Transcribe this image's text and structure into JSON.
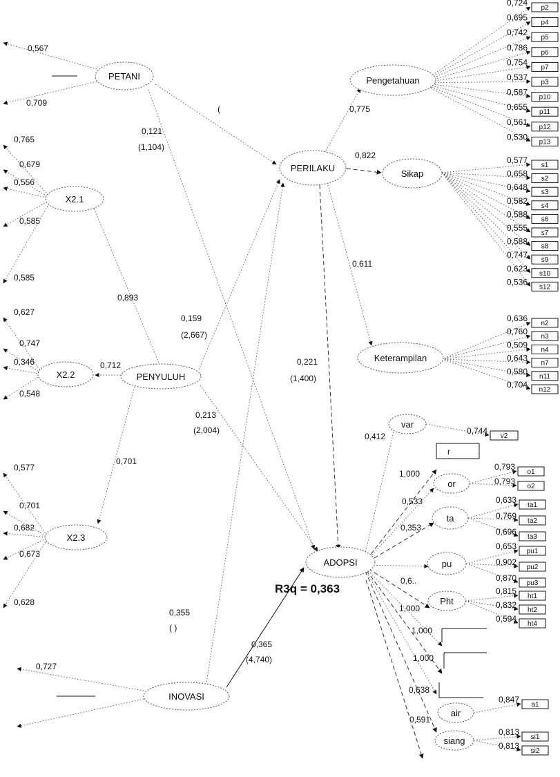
{
  "diagram": {
    "latent_nodes": {
      "petani": "PETANI",
      "penyuluh": "PENYULUH",
      "inovasi": "INOVASI",
      "perilaku": "PERILAKU",
      "adopsi": "ADOPSI",
      "x21": "X2.1",
      "x22": "X2.2",
      "x23": "X2.3",
      "pengetahuan": "Pengetahuan",
      "sikap": "Sikap",
      "keterampilan": "Keterampilan",
      "var": "var",
      "or": "or",
      "ta": "ta",
      "pu": "pu",
      "pht": "Pht",
      "air": "air",
      "siang": "siang"
    },
    "path_labels": {
      "petani_perilaku": "(",
      "petani_adopsi_coef": "0,121",
      "petani_adopsi_t": "(1,104)",
      "penyuluh_x21": "0,893",
      "penyuluh_x22": "0,712",
      "penyuluh_x23": "0,701",
      "penyuluh_perilaku_coef": "0,159",
      "penyuluh_perilaku_t": "(2,667)",
      "penyuluh_adopsi_coef": "0,213",
      "penyuluh_adopsi_t": "(2,004)",
      "perilaku_adopsi_coef": "0,221",
      "perilaku_adopsi_t": "(1,400)",
      "inovasi_perilaku_coef": "0,355",
      "inovasi_perilaku_t": "(      )",
      "inovasi_adopsi_coef": "0,365",
      "inovasi_adopsi_t": "(4,740)",
      "perilaku_pengetahuan": "0,775",
      "perilaku_sikap": "0,822",
      "perilaku_keterampilan": "0,611",
      "r_square": "R3q = 0,363"
    },
    "petani_loadings": [
      "0,567",
      "0,709"
    ],
    "x21_loadings": [
      "0,765",
      "0,679",
      "0,556",
      "0,585",
      "0,585"
    ],
    "x22_loadings": [
      "0,627",
      "0,747",
      "0,346",
      "0,548"
    ],
    "x23_loadings": [
      "0,577",
      "0,701",
      "0,682",
      "0,673",
      "0,628"
    ],
    "inovasi_loadings": [
      "0,727"
    ],
    "pengetahuan_items": [
      {
        "name": "p2",
        "load": "0,724"
      },
      {
        "name": "p4",
        "load": "0,695"
      },
      {
        "name": "p5",
        "load": "0,742"
      },
      {
        "name": "p6",
        "load": "0,786"
      },
      {
        "name": "p7",
        "load": "0,754"
      },
      {
        "name": "p3",
        "load": "0,537"
      },
      {
        "name": "p10",
        "load": "0,587"
      },
      {
        "name": "p11",
        "load": "0,655"
      },
      {
        "name": "p12",
        "load": "0,561"
      },
      {
        "name": "p13",
        "load": "0,530"
      }
    ],
    "sikap_items": [
      {
        "name": "s1",
        "load": "0,577"
      },
      {
        "name": "s2",
        "load": "0,658"
      },
      {
        "name": "s3",
        "load": "0,648"
      },
      {
        "name": "s4",
        "load": "0,582"
      },
      {
        "name": "s6",
        "load": "0,588"
      },
      {
        "name": "s7",
        "load": "0,555"
      },
      {
        "name": "s8",
        "load": "0,588"
      },
      {
        "name": "s9",
        "load": "0,747"
      },
      {
        "name": "s10",
        "load": "0,623"
      },
      {
        "name": "s12",
        "load": "0,536"
      }
    ],
    "keterampilan_items": [
      {
        "name": "n2",
        "load": "0,636"
      },
      {
        "name": "n3",
        "load": "0,760"
      },
      {
        "name": "n4",
        "load": "0,509"
      },
      {
        "name": "n7",
        "load": "0,643"
      },
      {
        "name": "n11",
        "load": "0,580"
      },
      {
        "name": "n12",
        "load": "0,704"
      }
    ],
    "adopsi_paths": [
      "0,412",
      "1,000",
      "0,533",
      "0,353",
      "0,6..",
      "1,000",
      "1,000",
      "1,000",
      "0,638",
      "0,591"
    ],
    "var_items": [
      {
        "name": "v2",
        "load": "0,744"
      }
    ],
    "r_box": "r",
    "or_items": [
      {
        "name": "o1",
        "load": "0,793"
      },
      {
        "name": "o2",
        "load": "0,793"
      }
    ],
    "ta_items": [
      {
        "name": "ta1",
        "load": "0,633"
      },
      {
        "name": "ta2",
        "load": "0,769"
      },
      {
        "name": "ta3",
        "load": "0,696"
      }
    ],
    "pu_items": [
      {
        "name": "pu1",
        "load": "0,653"
      },
      {
        "name": "pu2",
        "load": "0,902"
      },
      {
        "name": "pu3",
        "load": "0,870"
      }
    ],
    "pht_items": [
      {
        "name": "ht1",
        "load": "0,815"
      },
      {
        "name": "ht2",
        "load": "0,832"
      },
      {
        "name": "ht4",
        "load": "0,594"
      }
    ],
    "air_items": [
      {
        "name": "a1",
        "load": "0,847"
      }
    ],
    "siang_items": [
      {
        "name": "si1",
        "load": "0,813"
      },
      {
        "name": "si2",
        "load": "0,813"
      }
    ]
  }
}
